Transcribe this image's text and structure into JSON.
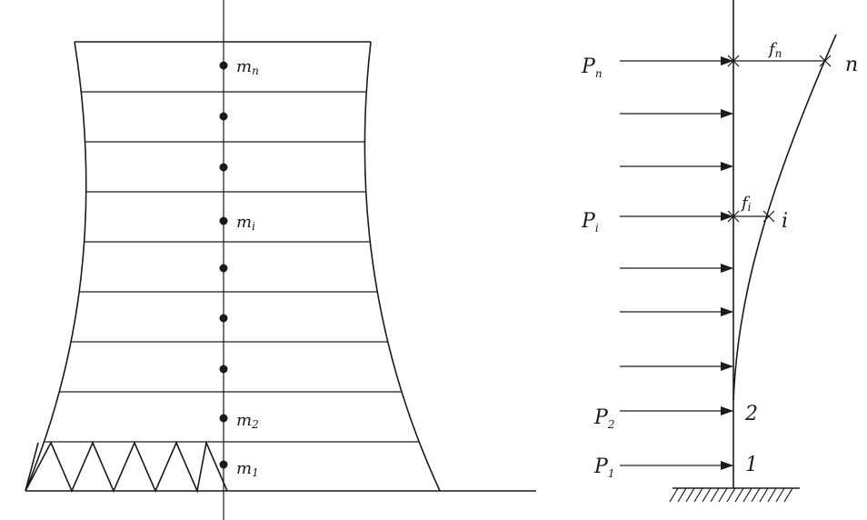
{
  "tower": {
    "masses": [
      {
        "label": "m",
        "sub": "n"
      },
      {
        "label": "",
        "sub": ""
      },
      {
        "label": "",
        "sub": ""
      },
      {
        "label": "m",
        "sub": "i"
      },
      {
        "label": "",
        "sub": ""
      },
      {
        "label": "",
        "sub": ""
      },
      {
        "label": "",
        "sub": ""
      },
      {
        "label": "m",
        "sub": "2"
      },
      {
        "label": "m",
        "sub": "1"
      }
    ]
  },
  "cantilever": {
    "forces": [
      {
        "label": "P",
        "sub": "n"
      },
      {
        "label": "",
        "sub": ""
      },
      {
        "label": "",
        "sub": ""
      },
      {
        "label": "P",
        "sub": "i"
      },
      {
        "label": "",
        "sub": ""
      },
      {
        "label": "",
        "sub": ""
      },
      {
        "label": "",
        "sub": ""
      },
      {
        "label": "P",
        "sub": "2"
      },
      {
        "label": "P",
        "sub": "1"
      }
    ],
    "node_labels": {
      "n": "n",
      "i": "i",
      "two": "2",
      "one": "1"
    },
    "deflections": {
      "top": {
        "label": "f",
        "sub": "n"
      },
      "mid": {
        "label": "f",
        "sub": "i"
      }
    }
  },
  "colors": {
    "ink": "#1a1a1a",
    "background": "#ffffff"
  }
}
